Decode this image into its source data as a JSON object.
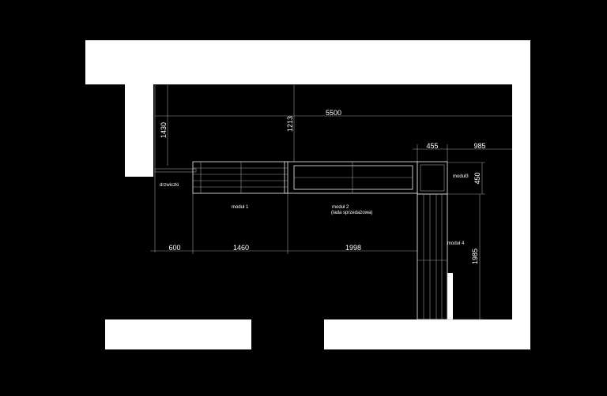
{
  "dimensions": {
    "total_width": "5500",
    "left_height": "1430",
    "counter_depth": "1213",
    "seg_600": "600",
    "seg_1460": "1460",
    "seg_1998": "1998",
    "seg_455": "455",
    "seg_985": "985",
    "mod3_depth": "450",
    "mod4_length": "1985"
  },
  "labels": {
    "door": "drzwiczki",
    "module1": "moduł 1",
    "module2": "moduł 2",
    "module2_sub": "(lada sprzedażowa)",
    "module3": "moduł3",
    "module4": "moduł 4"
  },
  "colors": {
    "background": "#000000",
    "walls": "#ffffff",
    "lines": "#9a9a9a"
  }
}
